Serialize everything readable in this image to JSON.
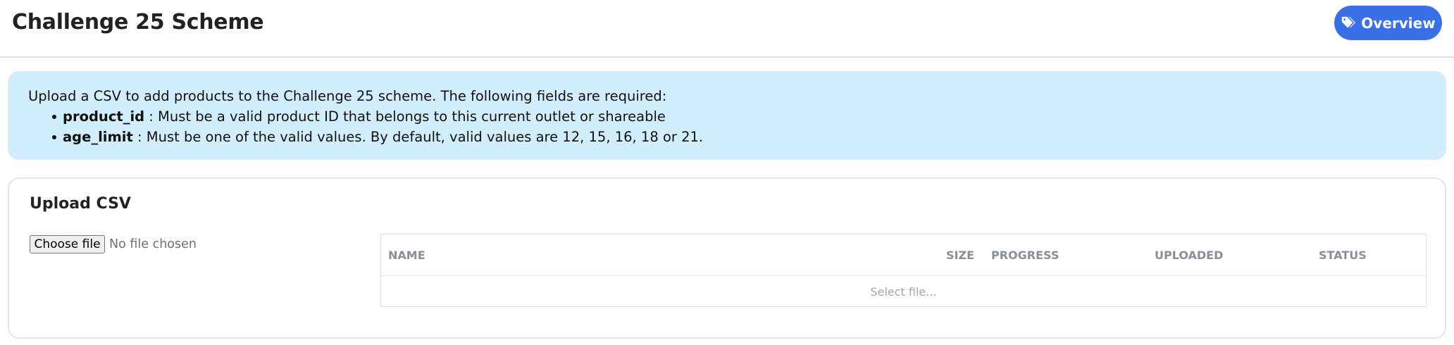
{
  "header": {
    "title": "Challenge 25 Scheme",
    "overview_label": "Overview",
    "overview_icon": "tags-icon"
  },
  "info": {
    "intro": "Upload a CSV to add products to the Challenge 25 scheme. The following fields are required:",
    "fields": [
      {
        "name": "product_id",
        "description": " : Must be a valid product ID that belongs to this current outlet or shareable"
      },
      {
        "name": "age_limit",
        "description": " : Must be one of the valid values. By default, valid values are 12, 15, 16, 18 or 21."
      }
    ]
  },
  "upload": {
    "title": "Upload CSV",
    "choose_label": "Choose file",
    "no_file_label": "No file chosen",
    "table": {
      "columns": [
        "NAME",
        "SIZE",
        "PROGRESS",
        "UPLOADED",
        "STATUS"
      ],
      "empty_text": "Select file..."
    }
  },
  "colors": {
    "accent": "#3b6fe8",
    "info_bg": "#d2edfb",
    "border": "#dee2e6"
  }
}
